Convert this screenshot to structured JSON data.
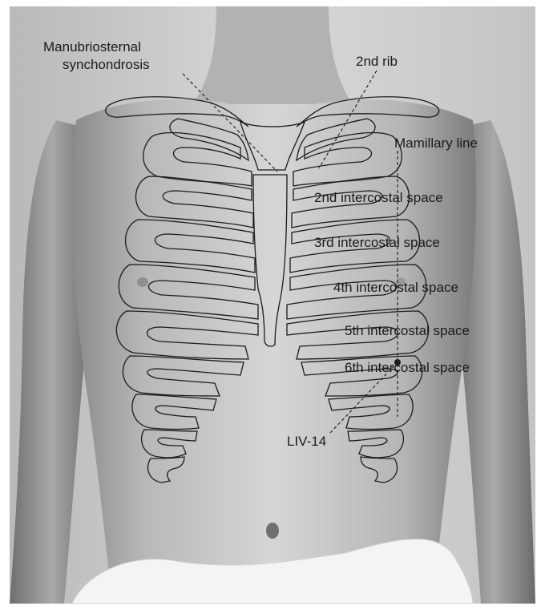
{
  "labels": {
    "manubriosternal_line1": "Manubriosternal",
    "manubriosternal_line2": "synchondrosis",
    "rib2": "2nd rib",
    "mamillary_line": "Mamillary line",
    "ics2": "2nd intercostal space",
    "ics3": "3rd intercostal space",
    "ics4": "4th intercostal space",
    "ics5": "5th intercostal space",
    "ics6": "6th intercostal space",
    "point": "LIV-14"
  },
  "colors": {
    "background": "#ffffff",
    "outline": "#1b1b1b",
    "text": "#1a1a1a",
    "skin_light": "#d9d9d9",
    "skin_shadow": "#7a7a7a",
    "cloth": "#f4f4f4"
  }
}
